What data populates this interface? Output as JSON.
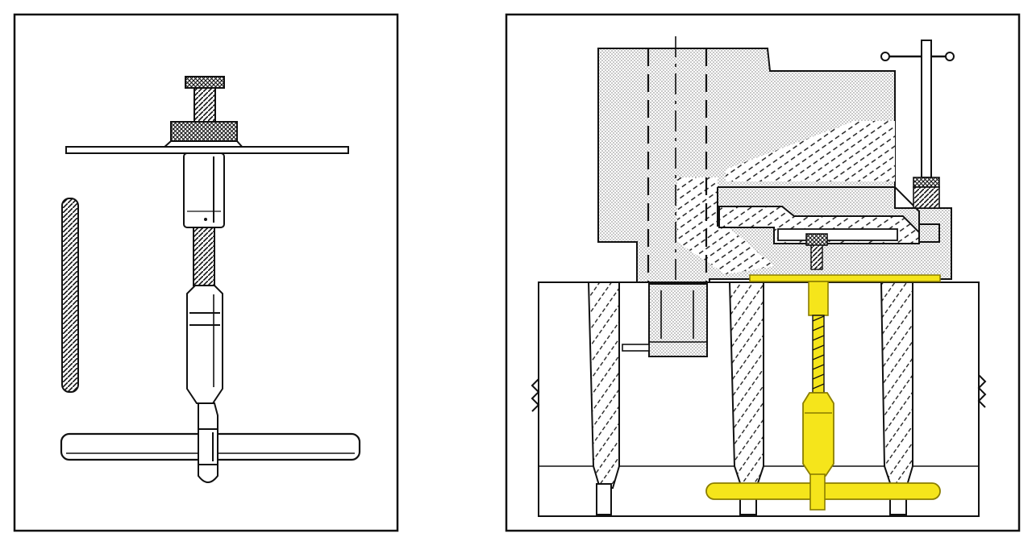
{
  "figure": {
    "panels": [
      {
        "name": "tool-detail",
        "subject": "puller-tool-with-threaded-rod"
      },
      {
        "name": "installed-view",
        "subject": "tool-installed-in-mold-section"
      }
    ],
    "colors": {
      "ink": "#111111",
      "paper": "#ffffff",
      "highlight": "#f5e51b",
      "highlight_stroke": "#8a7d00",
      "stipple": "#555555"
    },
    "icons": {
      "knurl": "crosshatch-pattern",
      "thread": "diagonal-ticks",
      "stipple": "dot-pattern"
    }
  }
}
